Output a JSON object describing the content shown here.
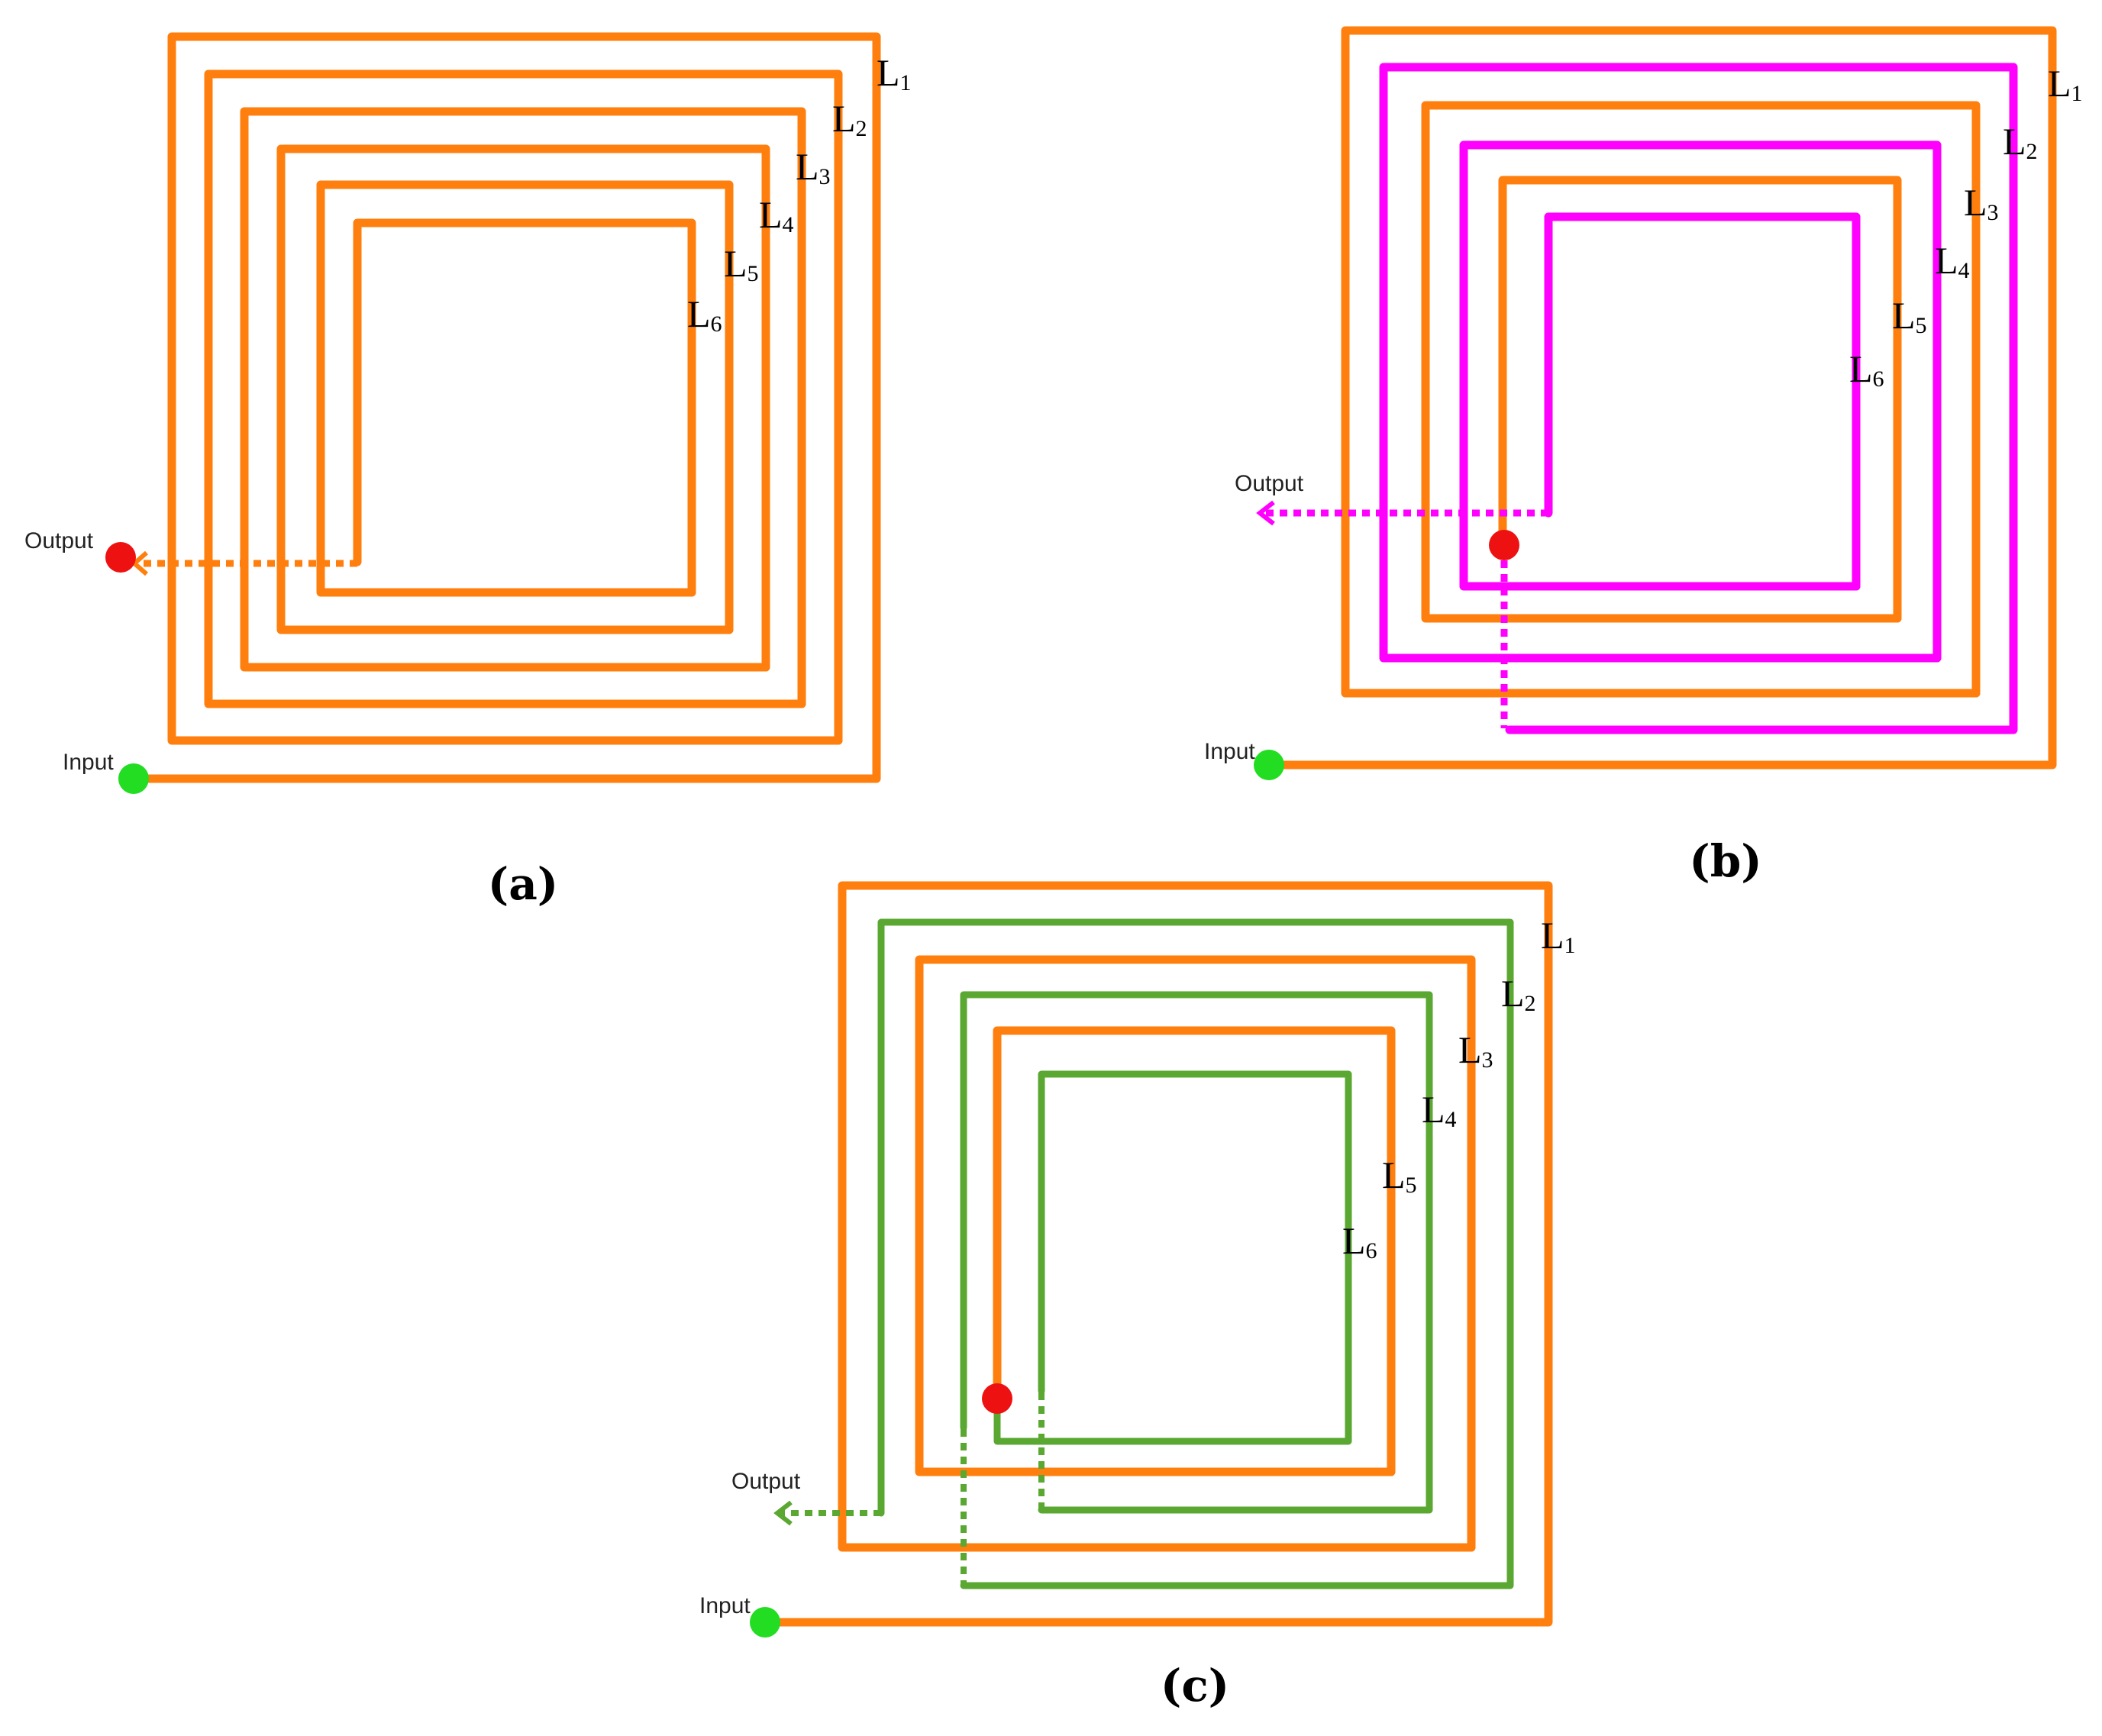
{
  "colors": {
    "orange": "#ff7f0e",
    "magenta": "#ff00ff",
    "green": "#5aa832",
    "input_dot": "#22dd22",
    "output_dot": "#ee1111"
  },
  "panels": [
    {
      "id": "a",
      "caption": "(a)",
      "input_label": "Input",
      "output_label": "Output",
      "coil_labels": [
        {
          "letter": "L",
          "sub": "1"
        },
        {
          "letter": "L",
          "sub": "2"
        },
        {
          "letter": "L",
          "sub": "3"
        },
        {
          "letter": "L",
          "sub": "4"
        },
        {
          "letter": "L",
          "sub": "5"
        },
        {
          "letter": "L",
          "sub": "6"
        }
      ],
      "turn_colors": [
        "orange",
        "orange",
        "orange",
        "orange",
        "orange",
        "orange"
      ]
    },
    {
      "id": "b",
      "caption": "(b)",
      "input_label": "Input",
      "output_label": "Output",
      "coil_labels": [
        {
          "letter": "L",
          "sub": "1"
        },
        {
          "letter": "L",
          "sub": "2"
        },
        {
          "letter": "L",
          "sub": "3"
        },
        {
          "letter": "L",
          "sub": "4"
        },
        {
          "letter": "L",
          "sub": "5"
        },
        {
          "letter": "L",
          "sub": "6"
        }
      ],
      "turn_colors": [
        "orange",
        "magenta",
        "orange",
        "magenta",
        "orange",
        "magenta"
      ]
    },
    {
      "id": "c",
      "caption": "(c)",
      "input_label": "Input",
      "output_label": "Output",
      "coil_labels": [
        {
          "letter": "L",
          "sub": "1"
        },
        {
          "letter": "L",
          "sub": "2"
        },
        {
          "letter": "L",
          "sub": "3"
        },
        {
          "letter": "L",
          "sub": "4"
        },
        {
          "letter": "L",
          "sub": "5"
        },
        {
          "letter": "L",
          "sub": "6"
        }
      ],
      "turn_colors": [
        "orange",
        "green",
        "orange",
        "green",
        "orange",
        "green"
      ]
    }
  ]
}
